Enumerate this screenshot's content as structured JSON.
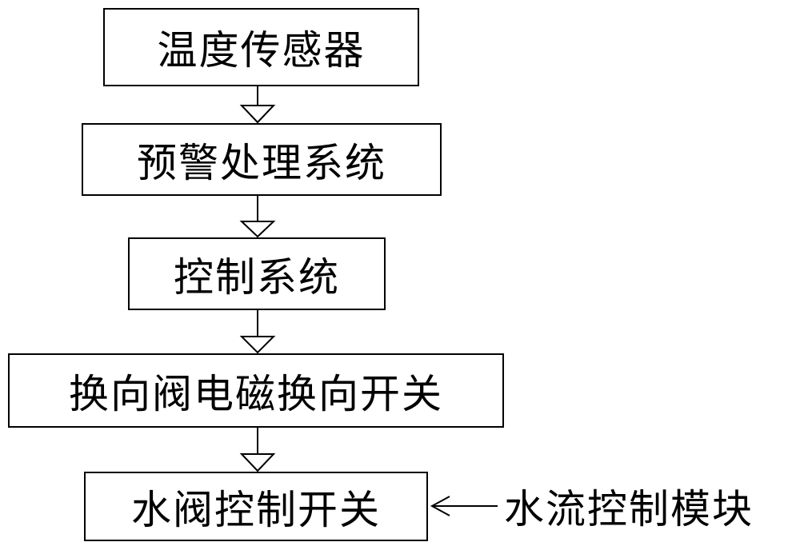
{
  "diagram": {
    "nodes": [
      {
        "id": "temperature-sensor",
        "label": "温度传感器"
      },
      {
        "id": "warning-processing-system",
        "label": "预警处理系统"
      },
      {
        "id": "control-system",
        "label": "控制系统"
      },
      {
        "id": "reversing-valve-solenoid-switch",
        "label": "换向阀电磁换向开关"
      },
      {
        "id": "water-valve-control-switch",
        "label": "水阀控制开关"
      }
    ],
    "side_input": {
      "label": "水流控制模块"
    },
    "edges": [
      {
        "from": "温度传感器",
        "to": "预警处理系统"
      },
      {
        "from": "预警处理系统",
        "to": "控制系统"
      },
      {
        "from": "控制系统",
        "to": "换向阀电磁换向开关"
      },
      {
        "from": "换向阀电磁换向开关",
        "to": "水阀控制开关"
      },
      {
        "from": "水流控制模块",
        "to": "水阀控制开关"
      }
    ]
  }
}
